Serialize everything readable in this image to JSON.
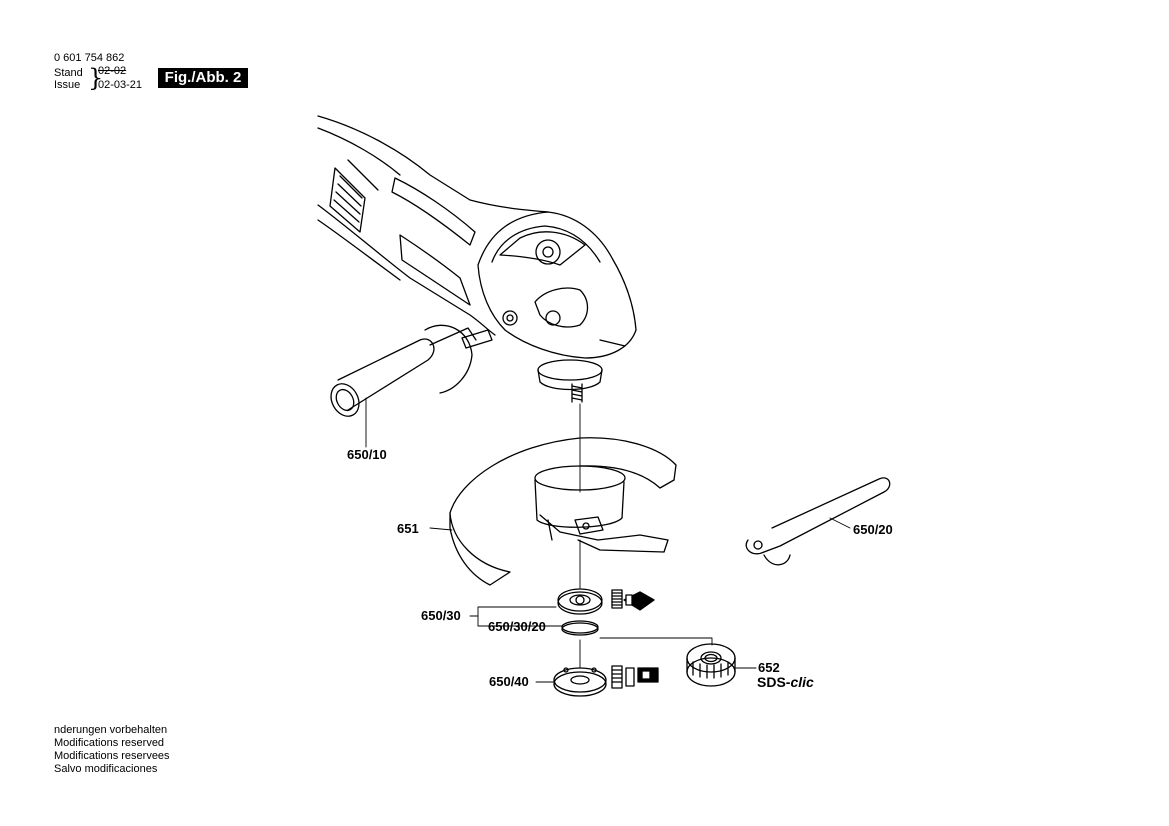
{
  "header": {
    "doc_number": "0 601 754 862",
    "stand_label": "Stand",
    "issue_label": "Issue",
    "old_date": "02-02",
    "new_date": "02-03-21",
    "figure_label": "Fig./Abb. 2"
  },
  "parts": [
    {
      "id": "650/10"
    },
    {
      "id": "651"
    },
    {
      "id": "650/20"
    },
    {
      "id": "650/30"
    },
    {
      "id": "650/30/20"
    },
    {
      "id": "650/40"
    },
    {
      "id": "652"
    }
  ],
  "sds": {
    "prefix": "SDS-",
    "suffix": "clic"
  },
  "footer": [
    "nderungen vorbehalten",
    "Modifications reserved",
    "Modifications reservees",
    "Salvo modificaciones"
  ]
}
